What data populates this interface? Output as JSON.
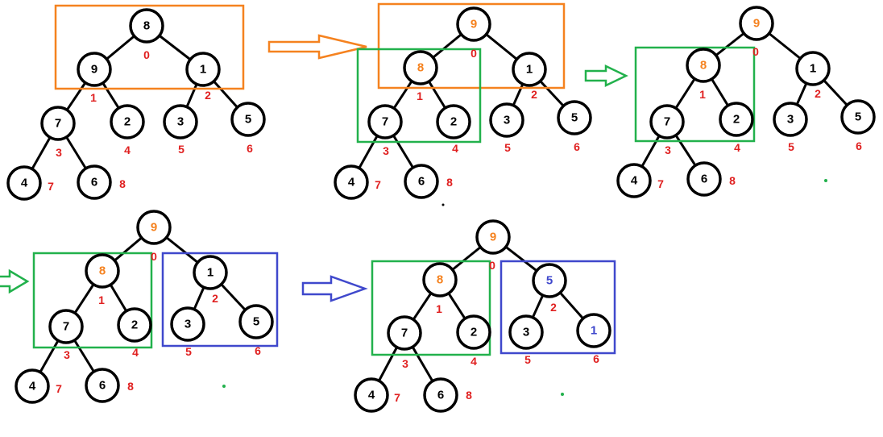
{
  "colors": {
    "index": "#e02020",
    "orange": "#f5821f",
    "green": "#22b14c",
    "blue": "#3f48cc",
    "black": "#000000"
  },
  "step1": {
    "values": [
      "8",
      "9",
      "1",
      "7",
      "2",
      "3",
      "5",
      "4",
      "6"
    ],
    "indices": [
      "0",
      "1",
      "2",
      "3",
      "4",
      "5",
      "6",
      "7",
      "8"
    ]
  },
  "step2": {
    "values": [
      "9",
      "8",
      "1",
      "7",
      "2",
      "3",
      "5",
      "4",
      "6"
    ],
    "indices": [
      "0",
      "1",
      "2",
      "3",
      "4",
      "5",
      "6",
      "7",
      "8"
    ]
  },
  "step3": {
    "values": [
      "9",
      "8",
      "1",
      "7",
      "2",
      "3",
      "5",
      "4",
      "6"
    ],
    "indices": [
      "0",
      "1",
      "2",
      "3",
      "4",
      "5",
      "6",
      "7",
      "8"
    ]
  },
  "step4": {
    "values": [
      "9",
      "8",
      "1",
      "7",
      "2",
      "3",
      "5",
      "4",
      "6"
    ],
    "indices": [
      "0",
      "1",
      "2",
      "3",
      "4",
      "5",
      "6",
      "7",
      "8"
    ]
  },
  "step5": {
    "values": [
      "9",
      "8",
      "5",
      "7",
      "2",
      "3",
      "1",
      "4",
      "6"
    ],
    "indices": [
      "0",
      "1",
      "2",
      "3",
      "4",
      "5",
      "6",
      "7",
      "8"
    ]
  }
}
